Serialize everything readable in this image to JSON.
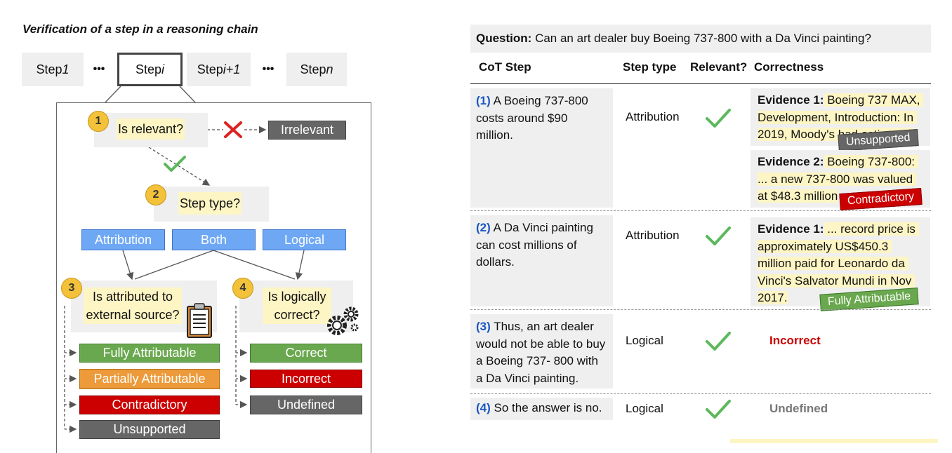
{
  "left": {
    "title": "Verification of a step in a reasoning chain",
    "steps": [
      {
        "prefix": "Step ",
        "suffix": "1"
      },
      {
        "prefix": "Step ",
        "suffix": "i"
      },
      {
        "prefix": "Step ",
        "suffix": "i+1"
      },
      {
        "prefix": "Step ",
        "suffix": "n"
      }
    ],
    "dots": "•••",
    "q1": {
      "num": "1",
      "text": "Is relevant?",
      "no_label": "Irrelevant"
    },
    "q2": {
      "num": "2",
      "text": "Step type?"
    },
    "types": [
      "Attribution",
      "Both",
      "Logical"
    ],
    "q3": {
      "num": "3",
      "line1": "Is attributed to",
      "line2": "external source?"
    },
    "q4": {
      "num": "4",
      "line1": "Is logically",
      "line2": "correct?"
    },
    "attr_outcomes": [
      "Fully Attributable",
      "Partially Attributable",
      "Contradictory",
      "Unsupported"
    ],
    "logic_outcomes": [
      "Correct",
      "Incorrect",
      "Undefined"
    ]
  },
  "right": {
    "question_label": "Question:",
    "question_text": " Can an art dealer buy Boeing 737-800 with a Da Vinci painting?",
    "headers": [
      "CoT Step",
      "Step type",
      "Relevant?",
      "Correctness"
    ],
    "rows": [
      {
        "num": "(1)",
        "text": " A Boeing 737-800 costs around $90 million.",
        "type": "Attribution",
        "ev1_label": "Evidence 1:",
        "ev1_text": " Boeing 737 MAX, Development, Introduction: In 2019, Moody's had estimated",
        "ev1_stamp": "Unsupported",
        "ev2_label": "Evidence 2:",
        "ev2_text": " Boeing 737-800: ... a new 737-800 was valued at $48.3 million",
        "ev2_stamp": "Contradictory"
      },
      {
        "num": "(2)",
        "text": " A Da Vinci painting can cost millions of dollars.",
        "type": "Attribution",
        "ev1_label": "Evidence 1:",
        "ev1_text": " ... record price is approximately US$450.3 million paid for Leonardo da Vinci's Salvator Mundi in Nov 2017.",
        "ev1_stamp": "Fully Attributable"
      },
      {
        "num": "(3)",
        "text": " Thus, an art dealer would not be able to buy a Boeing 737- 800 with a Da Vinci painting.",
        "type": "Logical",
        "result": "Incorrect"
      },
      {
        "num": "(4)",
        "text": " So the answer is no.",
        "type": "Logical",
        "result": "Undefined"
      }
    ]
  },
  "colors": {
    "green": "#6aa84f",
    "orange": "#ec9a3a",
    "red": "#cc0000",
    "gray": "#666666",
    "blue": "#6ea8f5",
    "highlight": "#fdf5c4",
    "badge": "#f3c23a",
    "check": "#5cb85c"
  }
}
